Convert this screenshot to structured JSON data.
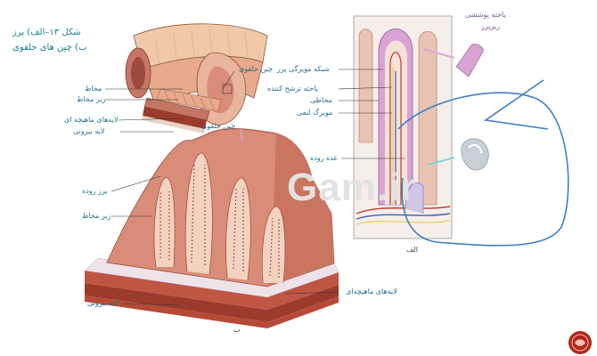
{
  "caption": {
    "line1": "شکل ۱۳–الف) پرز",
    "line2": "ب) چین های حلقوی"
  },
  "labels": {
    "plica_top": "چین حلقوی",
    "mucosa": "مخاط",
    "submucosa": "زیر مخاط",
    "muscle_layers_left": "لایه‌های ماهیچه ای",
    "serosa_left": "لایه بیرونی",
    "plica_mid": "چین حلقوی",
    "villus": "پرز روده",
    "submucosa_bottom": "زیر مخاط",
    "muscle_layers_bottom": "لایه‌های ماهیچه‌ای",
    "serosa_bottom": "لایه بیرونی",
    "capillary_network": "شبکه مویرگی پرز",
    "secretory_cells": "یاخته ترشح کننده",
    "mucus": "مخاطی",
    "lacteal": "مویرگ لنفی",
    "intestinal_gland": "غده روده",
    "microvilli": "ریزپرز",
    "microvilli_top": "یاخته پوششی",
    "panel_a": "الف",
    "panel_b": "ب"
  },
  "watermark": "Gam.ir",
  "colors": {
    "tissue": "#d98d78",
    "tissue_dark": "#b35f4c",
    "muscle": "#9a3b2b",
    "villus_inner": "#f3d2c0",
    "annotation_blue": "#3d7fc4",
    "label_blue": "#2b6f8f",
    "microvillus_purple": "#d9a3d4",
    "cell_gray": "#c7d0d8",
    "logo_red": "#b1271a"
  },
  "icons": {
    "logo": "red-circle-logo-icon"
  }
}
